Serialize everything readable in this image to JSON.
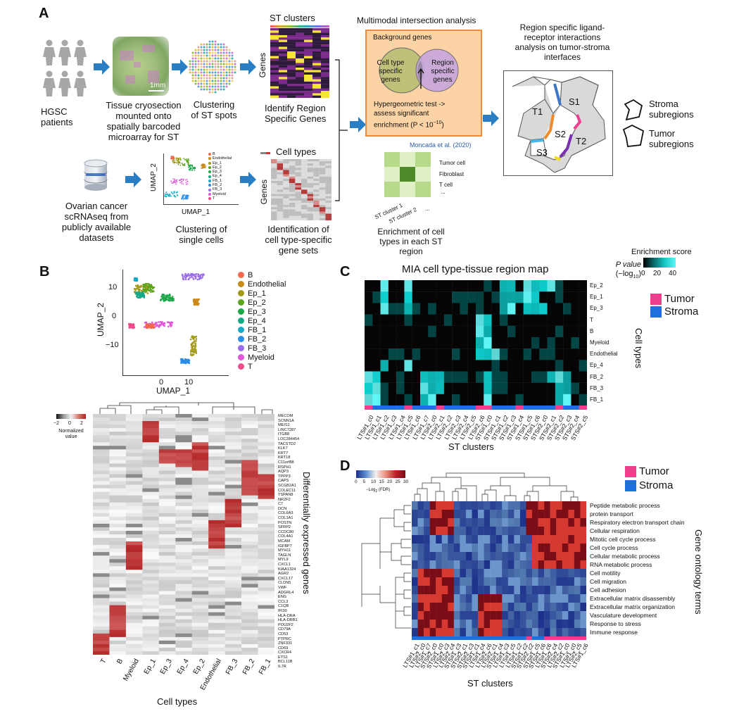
{
  "panels": {
    "A": "A",
    "B": "B",
    "C": "C",
    "D": "D"
  },
  "panelA": {
    "hgsc": "HGSC\npatients",
    "cryo": "Tissue cryosection\nmounted onto\nspatially barcoded\nmicroarray for ST",
    "scale": "1mm",
    "clustST": "Clustering\nof ST spots",
    "stClusters": "ST clusters",
    "genes": "Genes",
    "identifyRegion": "Identify Region\nSpecific Genes",
    "mia": "Multimodal intersection analysis",
    "background": "Background genes",
    "cellTypeSpecific": "Cell type\nspecific\ngenes",
    "regionSpecific": "Region\nspecific\ngenes",
    "hyper": "Hypergeometric test ->\nassess significant\nenrichment (P < 10",
    "hyperExp": "−10",
    "hyperEnd": ")",
    "moncada": "Moncada et al. (2020)",
    "tumorCell": "Tumor cell",
    "fibroblast": "Fibroblast",
    "tcell": "T cell",
    "dots": "...",
    "stCluster1": "ST cluster 1",
    "stCluster2": "ST cluster 2",
    "dots2": "...",
    "enrich": "Enrichment of cell\ntypes in each ST\nregion",
    "region": "Region specific ligand-\nreceptor interactions\nanalysis on tumor-stroma\ninterfaces",
    "T1": "T1",
    "S1": "S1",
    "S2": "S2",
    "T2": "T2",
    "S3": "S3",
    "stroma": "Stroma\nsubregions",
    "tumor": "Tumor\nsubregions",
    "ovarian": "Ovarian cancer\nscRNAseq from\npublicly available\ndatasets",
    "umap2": "UMAP_2",
    "umap1": "UMAP_1",
    "clustCells": "Clustering of\nsingle cells",
    "cellTypes": "Cell types",
    "genes2": "Genes",
    "identCT": "Identification of\ncell type-specific\ngene sets",
    "miniLegend": [
      "B",
      "Endothelial",
      "Ep_1",
      "Ep_2",
      "Ep_3",
      "Ep_4",
      "FB_1",
      "FB_2",
      "FB_3",
      "Myeloid",
      "T"
    ]
  },
  "panelB": {
    "umap2": "UMAP_2",
    "umap1": "UMAP_1",
    "yticks": [
      "10",
      "0",
      "−10"
    ],
    "xticks": [
      "0",
      "10"
    ],
    "legend": [
      {
        "name": "B",
        "color": "#f06a4e"
      },
      {
        "name": "Endothelial",
        "color": "#c98a1c"
      },
      {
        "name": "Ep_1",
        "color": "#a49a1a"
      },
      {
        "name": "Ep_2",
        "color": "#5ea51e"
      },
      {
        "name": "Ep_3",
        "color": "#1ea64a"
      },
      {
        "name": "Ep_4",
        "color": "#17a888"
      },
      {
        "name": "FB_1",
        "color": "#19a8c7"
      },
      {
        "name": "FB_2",
        "color": "#2b8ee8"
      },
      {
        "name": "FB_3",
        "color": "#9b6ce8"
      },
      {
        "name": "Myeloid",
        "color": "#de5ad9"
      },
      {
        "name": "T",
        "color": "#ef4e8d"
      }
    ],
    "scaleTicks": [
      "−2",
      "0",
      "2"
    ],
    "scaleLabel": "Normalized\nvalue",
    "deg": "Differentially expressed genes",
    "cellTypes": "Cell types",
    "columns": [
      "T",
      "B",
      "Myeloid",
      "Ep_1",
      "Ep_3",
      "Ep_4",
      "Ep_2",
      "Endothelial",
      "FB_3",
      "FB_2",
      "FB_1"
    ],
    "genes": [
      "MECOM",
      "SCNN1A",
      "MEIS1",
      "LINC7287",
      "ITGB8",
      "LOC284454",
      "TACSTD2",
      "KLK7",
      "KRT7",
      "KRT18",
      "C11orf88",
      "RSPH1",
      "AQP3",
      "TPPP3",
      "CAPS",
      "SCGB2A1",
      "COLEC11",
      "TSPAN8",
      "NR2F2",
      "C7",
      "DCN",
      "COL6A3",
      "COL1A1",
      "POSTN",
      "SFRP2",
      "CCDC80",
      "COL4A1",
      "MCAM",
      "IGFBP7",
      "MYH11",
      "TAGLN",
      "MYL9",
      "CXCL1",
      "KIAA1324",
      "AGR2",
      "CXCL17",
      "CLDN5",
      "VWF",
      "ADGRL4",
      "ENG",
      "CCL3",
      "C1QB",
      "IFI30",
      "HLA-DRA",
      "HLA-DRB1",
      "POU2F2",
      "CD79A",
      "CD53",
      "PTPRC",
      "ZNF331",
      "CD69",
      "CXCR4",
      "ETS1",
      "BCL11B",
      "IL7R"
    ]
  },
  "panelC": {
    "title": "MIA cell type-tissue region map",
    "rows": [
      "Ep_2",
      "Ep_1",
      "Ep_3",
      "T",
      "B",
      "Myeloid",
      "Endothelial",
      "Ep_4",
      "FB_2",
      "FB_3",
      "FB_1"
    ],
    "cols": [
      "LTS#1_c0",
      "LTS#1_c1",
      "LTS#1_c2",
      "LTS#1_c3",
      "LTS#1_c4",
      "LTS#1_c5",
      "LTS#1_c6",
      "LTS#1_c7",
      "LTS#2_c0",
      "LTS#2_c1",
      "LTS#2_c2",
      "LTS#2_c3",
      "LTS#2_c4",
      "LTS#2_c5",
      "LTS#2_c6",
      "STS#1_c0",
      "STS#1_c1",
      "STS#1_c2",
      "STS#1_c3",
      "STS#1_c4",
      "STS#1_c5",
      "STS#1_c6",
      "STS#2_c0",
      "STS#2_c1",
      "STS#2_c2",
      "STS#2_c3",
      "STS#2_c4",
      "STS#2_c5"
    ],
    "xlabel": "ST clusters",
    "ylabel": "Cell types",
    "scaleTitle": "Enrichment score",
    "pval": "P value",
    "pval2": "(−log",
    "pval2sub": "10",
    "pval2end": ")",
    "scaleTicks": [
      "0",
      "20",
      "40"
    ],
    "tumor": "Tumor",
    "stroma": "Stroma",
    "tumorColor": "#ee3f8e",
    "stromaColor": "#1f6fe0"
  },
  "panelD": {
    "scaleTicks": [
      "0",
      "5",
      "10",
      "15",
      "20",
      "25",
      "30"
    ],
    "scaleLabel": "−Log",
    "scaleLabelSub": "2",
    "scaleLabelEnd": " (FDR)",
    "tumor": "Tumor",
    "stroma": "Stroma",
    "terms": [
      "Peptide metabolic process",
      "protein transport",
      "Respiratory electron transport chain",
      "Cellular respiration",
      "Mitotic cell cycle process",
      "Cell cycle process",
      "Cellular metabolic process",
      "RNA metabolic process",
      "Cell motility",
      "Cell migration",
      "Cell adhesion",
      "Extracellular matrix disassembly",
      "Extracellular matrix organization",
      "Vasculature development",
      "Response to stress",
      "Immune response"
    ],
    "cols": [
      "LTS#1_c1",
      "LTS#2_c0",
      "LTS#1_c7",
      "STS#2_c0",
      "STS#1_c0",
      "LTS#2_c3",
      "LTS#2_c4",
      "STS#1_c3",
      "STS#2_c1",
      "STS#2_c3",
      "STS#1_c1",
      "LTS#1_c4",
      "LTS#2_c6",
      "LTS#2_c1",
      "STS#1_c4",
      "LTS#1_c3",
      "LTS#1_c5",
      "LTS#1_c2",
      "STS#1_c2",
      "STS#2_c2",
      "STS#1_c5",
      "STS#1_c6",
      "LTS#1_c6",
      "STS#2_c4",
      "LTS#2_c2",
      "STS#1_c0b",
      "LTS#1_c0",
      "LTS#2_c5",
      "LTS#1_c6b"
    ],
    "xlabel": "ST clusters",
    "ylabel": "Gene ontology terms"
  }
}
